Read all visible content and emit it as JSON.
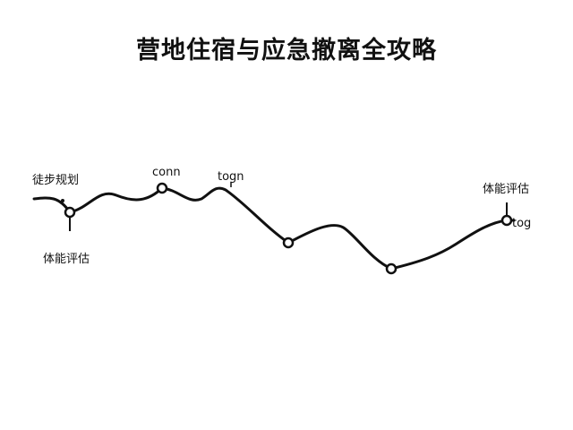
{
  "title": "营地住宿与应急撤离全攻略",
  "labels": {
    "hiking_plan": "徒步规划",
    "fitness_left": "体能评估",
    "conn": "conn",
    "togn": "togn",
    "fitness_right": "体能评估",
    "tog": "tog"
  },
  "colors": {
    "line": "#111111",
    "background": "#ffffff"
  }
}
